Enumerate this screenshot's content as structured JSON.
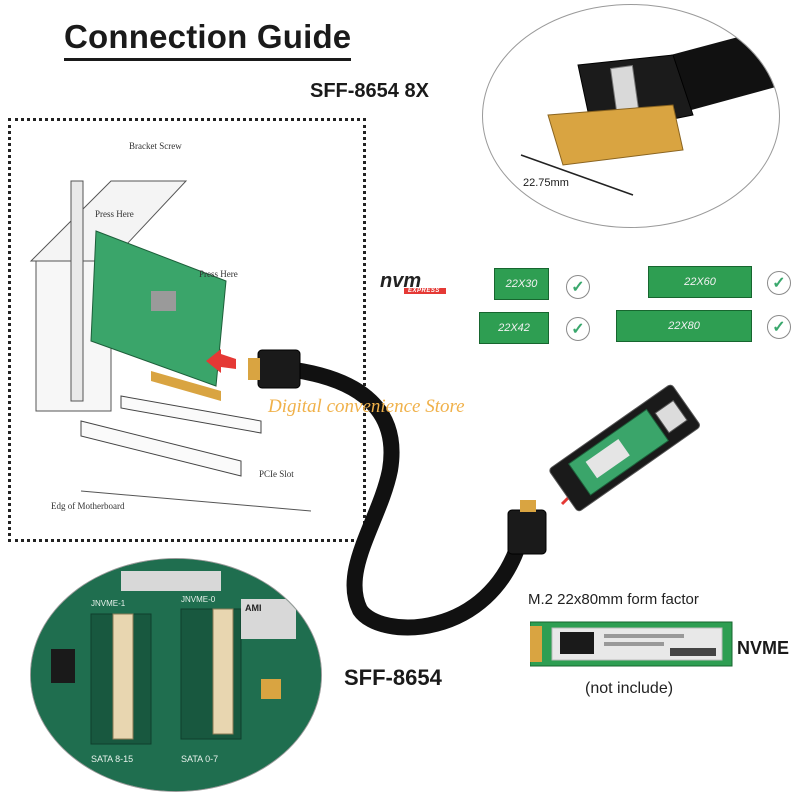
{
  "title": "Connection Guide",
  "connector_top_label": "SFF-8654 8X",
  "connector_measure": "22.75mm",
  "install_diagram": {
    "bracket_screw": "Bracket Screw",
    "press_here_1": "Press Here",
    "press_here_2": "Press Here",
    "pcie_slot": "PCIe Slot",
    "edge_of_motherboard": "Edg  of Motherboard"
  },
  "nvm_logo": {
    "text": "nvm",
    "sub": "EXPRESS"
  },
  "ssd_sizes": [
    {
      "label": "22X30"
    },
    {
      "label": "22X42"
    },
    {
      "label": "22X60"
    },
    {
      "label": "22X80"
    }
  ],
  "check_glyph": "✓",
  "watermark": "Digital convenience Store",
  "cable_label": "SFF-8654",
  "m2_caption": "M.2 22x80mm form factor",
  "nvme_label": "NVME",
  "not_include": "(not include)",
  "board_photo_labels": {
    "sata_left": "SATA 8-15",
    "sata_right": "SATA 0-7",
    "jnvme_left": "JNVME-1",
    "jnvme_right": "JNVME-0",
    "chip": "AMI"
  },
  "colors": {
    "ssd_green": "#2e9e52",
    "check_green": "#3aa86d",
    "arrow_red": "#e53935",
    "pcb_green": "#1f6e4f",
    "watermark": "#f0b14a"
  }
}
